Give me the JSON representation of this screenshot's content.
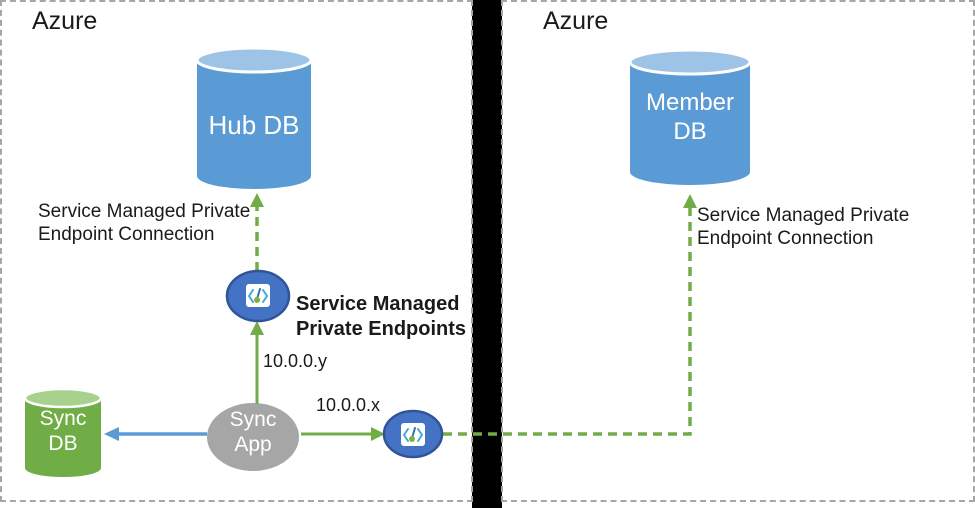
{
  "diagram": {
    "left_region": {
      "title": "Azure",
      "hub_db_label": "Hub DB",
      "sync_db_label": "Sync\nDB",
      "sync_app_label": "Sync\nApp",
      "connection_label": "Service Managed Private\nEndpoint Connection",
      "endpoints_label": "Service Managed\nPrivate Endpoints",
      "ip_y_label": "10.0.0.y",
      "ip_x_label": "10.0.0.x"
    },
    "right_region": {
      "title": "Azure",
      "member_db_label": "Member\nDB",
      "connection_label": "Service Managed Private\nEndpoint Connection"
    },
    "colors": {
      "db_blue": "#5B9BD5",
      "db_blue_top": "#9DC3E6",
      "db_green": "#70AD47",
      "db_green_top": "#A9D18E",
      "app_gray": "#A6A6A6",
      "endpoint_blue": "#4472C4",
      "endpoint_border": "#2F5597",
      "arrow_green": "#70AD47",
      "arrow_blue": "#5B9BD5",
      "icon_bracket_blue": "#3FA9DC",
      "icon_stem_blue": "#2E75B6",
      "icon_dot_green": "#7CB342",
      "box_border_gray": "#A6A6A6"
    }
  }
}
